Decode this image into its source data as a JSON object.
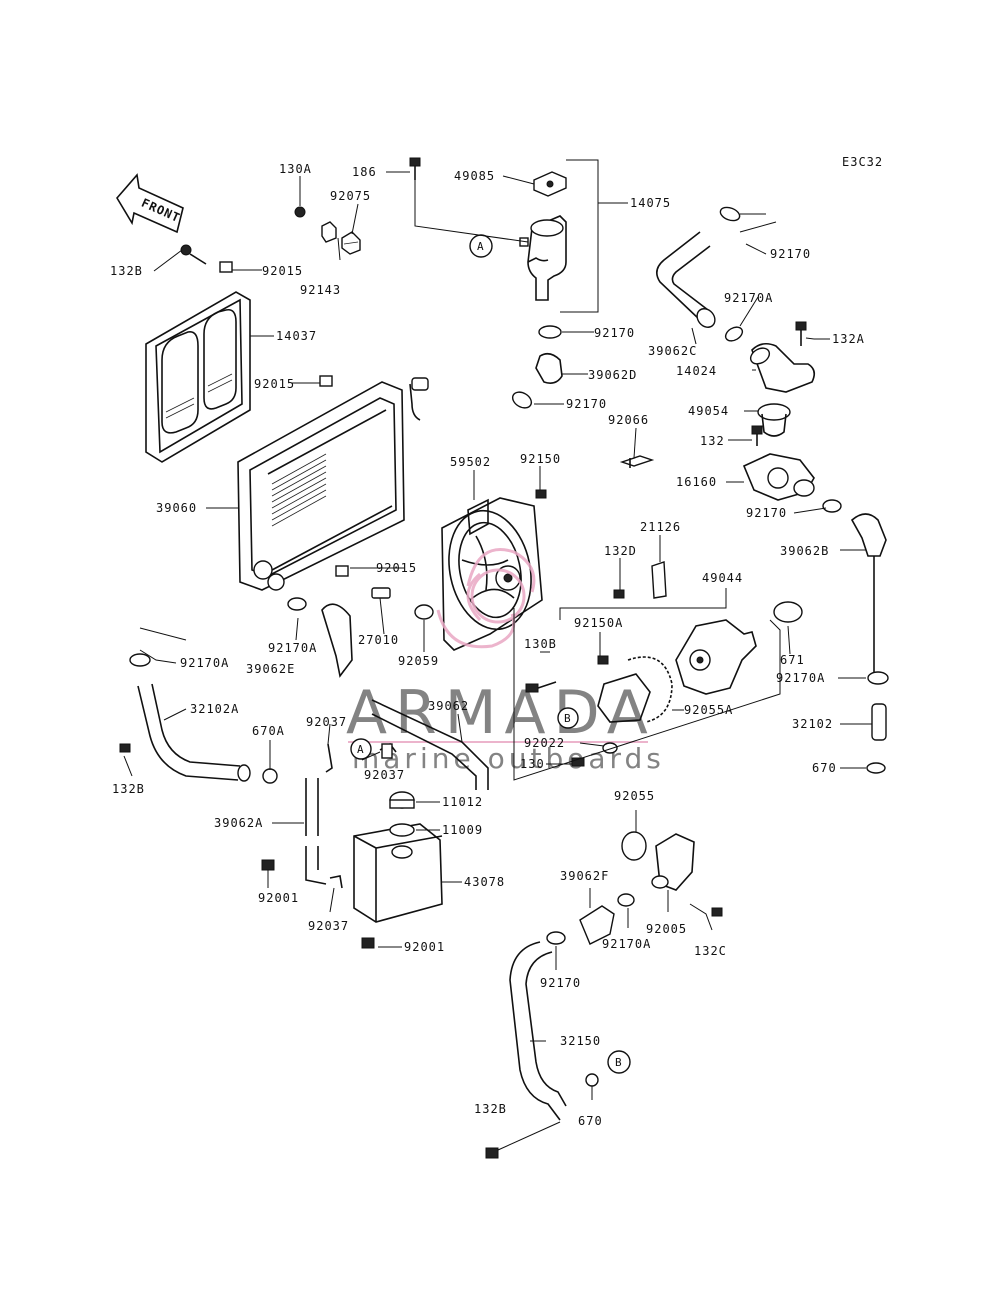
{
  "diagram_code": "E3C32",
  "front_label": "FRONT",
  "circle_markers": {
    "a": "A",
    "b": "B"
  },
  "watermark": {
    "brand": "ARMADA",
    "tagline": "marine outboards",
    "color": "#e9a8c4"
  },
  "labels": {
    "p130a": "130A",
    "p186": "186",
    "p92075": "92075",
    "p49085": "49085",
    "p14075": "14075",
    "p132b_top": "132B",
    "p92015_top": "92015",
    "p92143": "92143",
    "p92170_tr": "92170",
    "p14037": "14037",
    "p92170_cap": "92170",
    "p92170a_tr": "92170A",
    "p132a": "132A",
    "p39062c": "39062C",
    "p39062d": "39062D",
    "p14024": "14024",
    "p92015_mid": "92015",
    "p92170_mid": "92170",
    "p49054": "49054",
    "p92066": "92066",
    "p132": "132",
    "p59502": "59502",
    "p92150": "92150",
    "p16160": "16160",
    "p39060": "39060",
    "p92170_r": "92170",
    "p21126": "21126",
    "p39062b": "39062B",
    "p132d": "132D",
    "p92015_low": "92015",
    "p49044": "49044",
    "p27010": "27010",
    "p92170a_l": "92170A",
    "p92059": "92059",
    "p130b": "130B",
    "p92150a": "92150A",
    "p671": "671",
    "p92170a_ll": "92170A",
    "p39062e": "39062E",
    "p92170a_r": "92170A",
    "p32102a": "32102A",
    "p39062": "39062",
    "p92055a": "92055A",
    "p92037_a": "92037",
    "p32102": "32102",
    "p670a": "670A",
    "p92022": "92022",
    "p130": "130",
    "p92037_b": "92037",
    "p670_r": "670",
    "p132b_l": "132B",
    "p92055": "92055",
    "p11012": "11012",
    "p39062a": "39062A",
    "p11009": "11009",
    "p43078": "43078",
    "p39062f": "39062F",
    "p92001_a": "92001",
    "p92005": "92005",
    "p92037_c": "92037",
    "p92170a_b": "92170A",
    "p132c": "132C",
    "p92001_b": "92001",
    "p92170_b": "92170",
    "p32150": "32150",
    "p132b_b": "132B",
    "p670_b": "670"
  }
}
